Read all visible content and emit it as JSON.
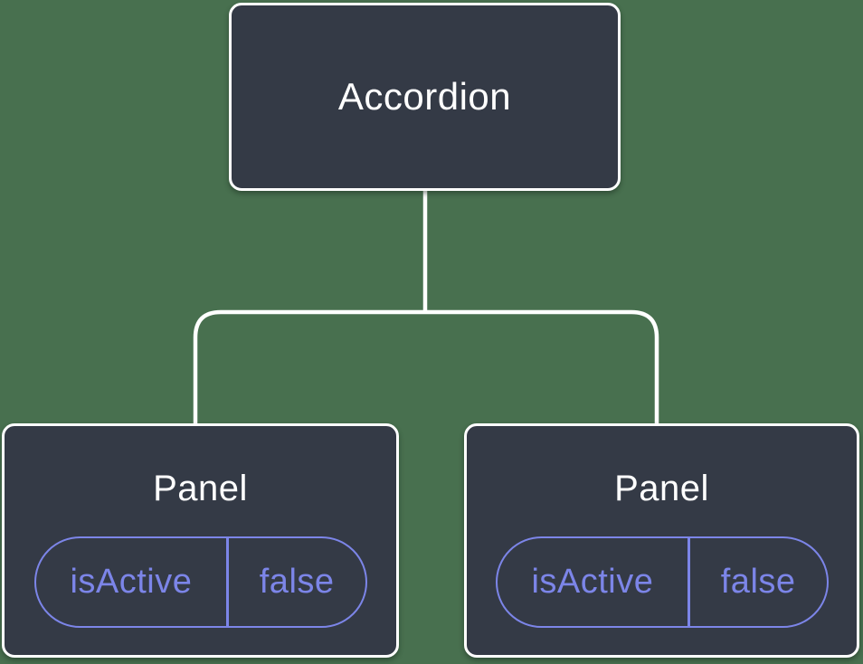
{
  "diagram": {
    "type": "component-tree",
    "root": {
      "label": "Accordion"
    },
    "children": [
      {
        "label": "Panel",
        "state": {
          "key": "isActive",
          "value": "false"
        }
      },
      {
        "label": "Panel",
        "state": {
          "key": "isActive",
          "value": "false"
        }
      }
    ],
    "colors": {
      "background": "#48704F",
      "node_fill": "#343A46",
      "node_border": "#FFFFFF",
      "node_text": "#FFFFFF",
      "state_accent": "#7C85E8",
      "connector": "#FFFFFF"
    }
  }
}
